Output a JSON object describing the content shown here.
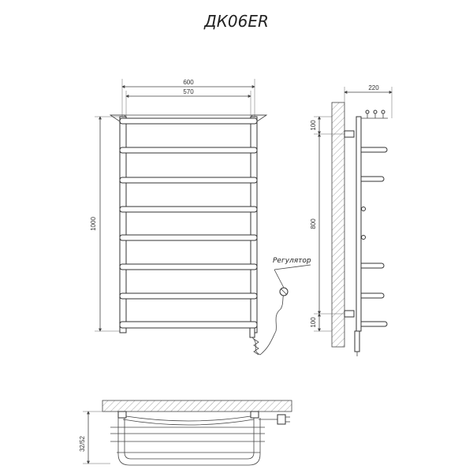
{
  "title": "ДК06ER",
  "front_view": {
    "width_outer": "600",
    "width_inner": "570",
    "height": "1000",
    "rungs": 8
  },
  "side_view": {
    "depth": "220",
    "top_offset": "100",
    "mount_spacing": "800",
    "bottom_offset": "100"
  },
  "regulator_label": "Регулятор",
  "top_view": {
    "offset": "32/52"
  }
}
